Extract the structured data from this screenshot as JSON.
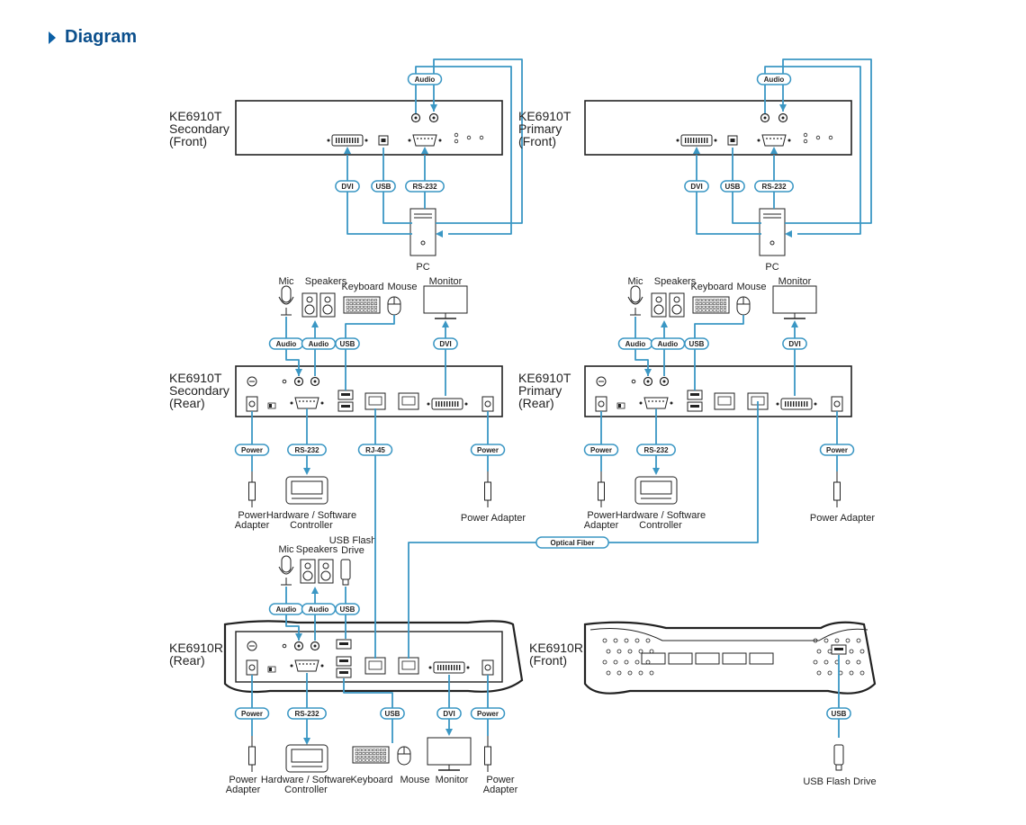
{
  "heading": "Diagram",
  "colors": {
    "accent": "#3b97c4",
    "heading": "#0b4f8c",
    "line": "#222222"
  },
  "devices": {
    "sec_front": [
      "KE6910T",
      "Secondary",
      "(Front)"
    ],
    "pri_front": [
      "KE6910T",
      "Primary",
      "(Front)"
    ],
    "sec_rear": [
      "KE6910T",
      "Secondary",
      "(Rear)"
    ],
    "pri_rear": [
      "KE6910T",
      "Primary",
      "(Rear)"
    ],
    "rx_rear": [
      "KE6910R",
      "(Rear)"
    ],
    "rx_front": [
      "KE6910R",
      "(Front)"
    ]
  },
  "peripherals": {
    "pc": "PC",
    "mic": "Mic",
    "speakers": "Speakers",
    "keyboard": "Keyboard",
    "mouse": "Mouse",
    "monitor": "Monitor",
    "usb_flash_drive_top": [
      "USB Flash",
      "Drive"
    ],
    "power_adapter_two_line": [
      "Power",
      "Adapter"
    ],
    "power_adapter_one_line": "Power Adapter",
    "controller": [
      "Hardware / Software",
      "Controller"
    ],
    "usb_flash_drive": "USB Flash Drive"
  },
  "connections": {
    "audio": "Audio",
    "dvi": "DVI",
    "usb": "USB",
    "rs232": "RS-232",
    "power": "Power",
    "rj45": "RJ-45",
    "fiber": "Optical Fiber"
  }
}
